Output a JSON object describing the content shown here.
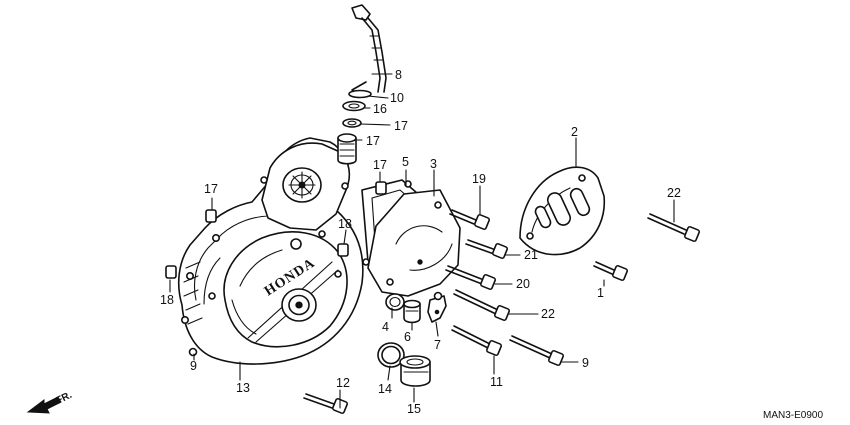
{
  "diagram_code": "MAN3-E0900",
  "direction_label": "FR.",
  "brand_text": "HONDA",
  "callouts": [
    "1",
    "2",
    "3",
    "4",
    "5",
    "6",
    "7",
    "8",
    "9",
    "9",
    "10",
    "11",
    "12",
    "13",
    "14",
    "15",
    "16",
    "17",
    "17",
    "17",
    "17",
    "18",
    "18",
    "19",
    "20",
    "21",
    "22",
    "22"
  ]
}
